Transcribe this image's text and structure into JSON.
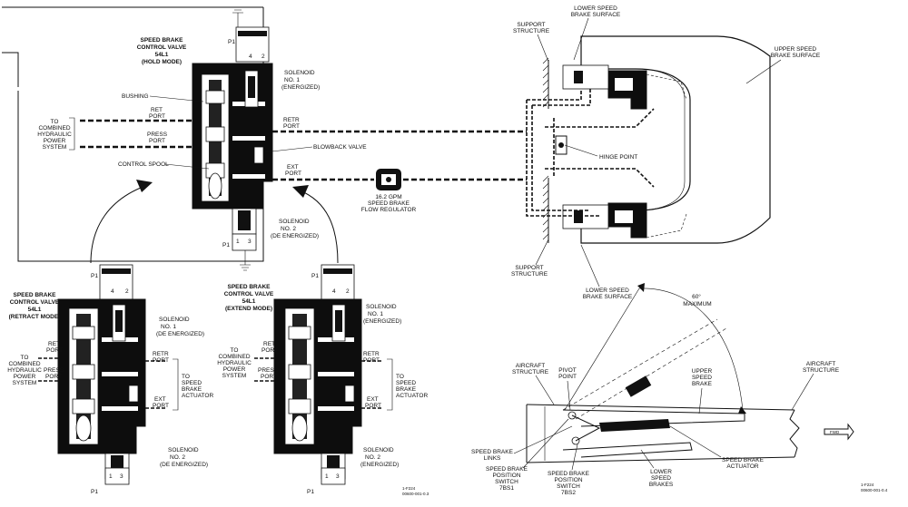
{
  "hold_valve": {
    "title_lines": [
      "SPEED BRAKE",
      "CONTROL VALVE",
      "54L1",
      "(HOLD MODE)"
    ],
    "solenoid1_lines": [
      "SOLENOID",
      "NO. 1",
      "(ENERGIZED)"
    ],
    "solenoid2_lines": [
      "SOLENOID",
      "NO. 2",
      "(DE ENERGIZED)"
    ],
    "bushing": "BUSHING",
    "ret_port_lines": [
      "RET",
      "PORT"
    ],
    "press_port_lines": [
      "PRESS",
      "PORT"
    ],
    "control_spool": "CONTROL SPOOL",
    "retr_port_lines": [
      "RETR",
      "PORT"
    ],
    "ext_port_lines": [
      "EXT",
      "PORT"
    ],
    "blowback_valve": "BLOWBACK VALVE",
    "to_combined_lines": [
      "TO",
      "COMBINED",
      "HYDRAULIC",
      "POWER",
      "SYSTEM"
    ],
    "p1_top": "P1",
    "p1_bottom": "P1",
    "pin_4": "4",
    "pin_2": "2",
    "pin_1": "1",
    "pin_3": "3"
  },
  "flow_regulator_lines": [
    "16.2 GPM",
    "SPEED BRAKE",
    "FLOW REGULATOR"
  ],
  "retract_valve": {
    "title_lines": [
      "SPEED BRAKE",
      "CONTROL VALVE",
      "54L1",
      "(RETRACT MODE)"
    ],
    "solenoid1_lines": [
      "SOLENOID",
      "NO. 1",
      "(DE ENERGIZED)"
    ],
    "solenoid2_lines": [
      "SOLENOID",
      "NO. 2",
      "(DE ENERGIZED)"
    ],
    "ret_port_lines": [
      "RET",
      "PORT"
    ],
    "press_port_lines": [
      "PRESS",
      "PORT"
    ],
    "retr_port_lines": [
      "RETR",
      "PORT"
    ],
    "ext_port_lines": [
      "EXT",
      "PORT"
    ],
    "to_combined_lines": [
      "TO",
      "COMBINED",
      "HYDRAULIC",
      "POWER",
      "SYSTEM"
    ],
    "to_actuator_lines": [
      "TO",
      "SPEED",
      "BRAKE",
      "ACTUATOR"
    ],
    "p1_top": "P1",
    "p1_bottom": "P1",
    "pin_4": "4",
    "pin_2": "2",
    "pin_1": "1",
    "pin_3": "3"
  },
  "extend_valve": {
    "title_lines": [
      "SPEED BRAKE",
      "CONTROL VALVE",
      "54L1",
      "(EXTEND MODE)"
    ],
    "solenoid1_lines": [
      "SOLENOID",
      "NO. 1",
      "(ENERGIZED)"
    ],
    "solenoid2_lines": [
      "SOLENOID",
      "NO. 2",
      "(ENERGIZED)"
    ],
    "ret_port_lines": [
      "RET",
      "PORT"
    ],
    "press_port_lines": [
      "PRESS",
      "PORT"
    ],
    "retr_port_lines": [
      "RETR",
      "PORT"
    ],
    "ext_port_lines": [
      "EXT",
      "PORT"
    ],
    "to_combined_lines": [
      "TO",
      "COMBINED",
      "HYDRAULIC",
      "POWER",
      "SYSTEM"
    ],
    "to_actuator_lines": [
      "TO",
      "SPEED",
      "BRAKE",
      "ACTUATOR"
    ],
    "p1_top": "P1",
    "p1_bottom": "P1",
    "pin_4": "4",
    "pin_2": "2",
    "pin_1": "1",
    "pin_3": "3"
  },
  "figure_ref_left_lines": [
    "1-F224",
    "00600-001-0.3"
  ],
  "top_right": {
    "support_structure_top_lines": [
      "SUPPORT",
      "STRUCTURE"
    ],
    "lower_surface_top_lines": [
      "LOWER SPEED",
      "BRAKE SURFACE"
    ],
    "upper_surface_lines": [
      "UPPER SPEED",
      "BRAKE SURFACE"
    ],
    "hinge_point": "HINGE POINT",
    "support_structure_bottom_lines": [
      "SUPPORT",
      "STRUCTURE"
    ],
    "lower_surface_bottom_lines": [
      "LOWER SPEED",
      "BRAKE SURFACE"
    ]
  },
  "bottom_right": {
    "angle_lines": [
      "60°",
      "MAXIMUM"
    ],
    "aircraft_structure_left_lines": [
      "AIRCRAFT",
      "STRUCTURE"
    ],
    "pivot_point_lines": [
      "PIVOT",
      "POINT"
    ],
    "upper_speed_brake_lines": [
      "UPPER",
      "SPEED",
      "BRAKE"
    ],
    "aircraft_structure_right_lines": [
      "AIRCRAFT",
      "STRUCTURE"
    ],
    "speed_brake_links_lines": [
      "SPEED BRAKE",
      "LINKS"
    ],
    "switch_7bs1_lines": [
      "SPEED BRAKE",
      "POSITION",
      "SWITCH",
      "7BS1"
    ],
    "switch_7bs2_lines": [
      "SPEED BRAKE",
      "POSITION",
      "SWITCH",
      "7BS2"
    ],
    "lower_speed_brakes_lines": [
      "LOWER",
      "SPEED",
      "BRAKES"
    ],
    "actuator_lines": [
      "SPEED BRAKE",
      "ACTUATOR"
    ],
    "fwd": "FWD"
  },
  "figure_ref_right_lines": [
    "1-F224",
    "00600-001-0.4"
  ]
}
